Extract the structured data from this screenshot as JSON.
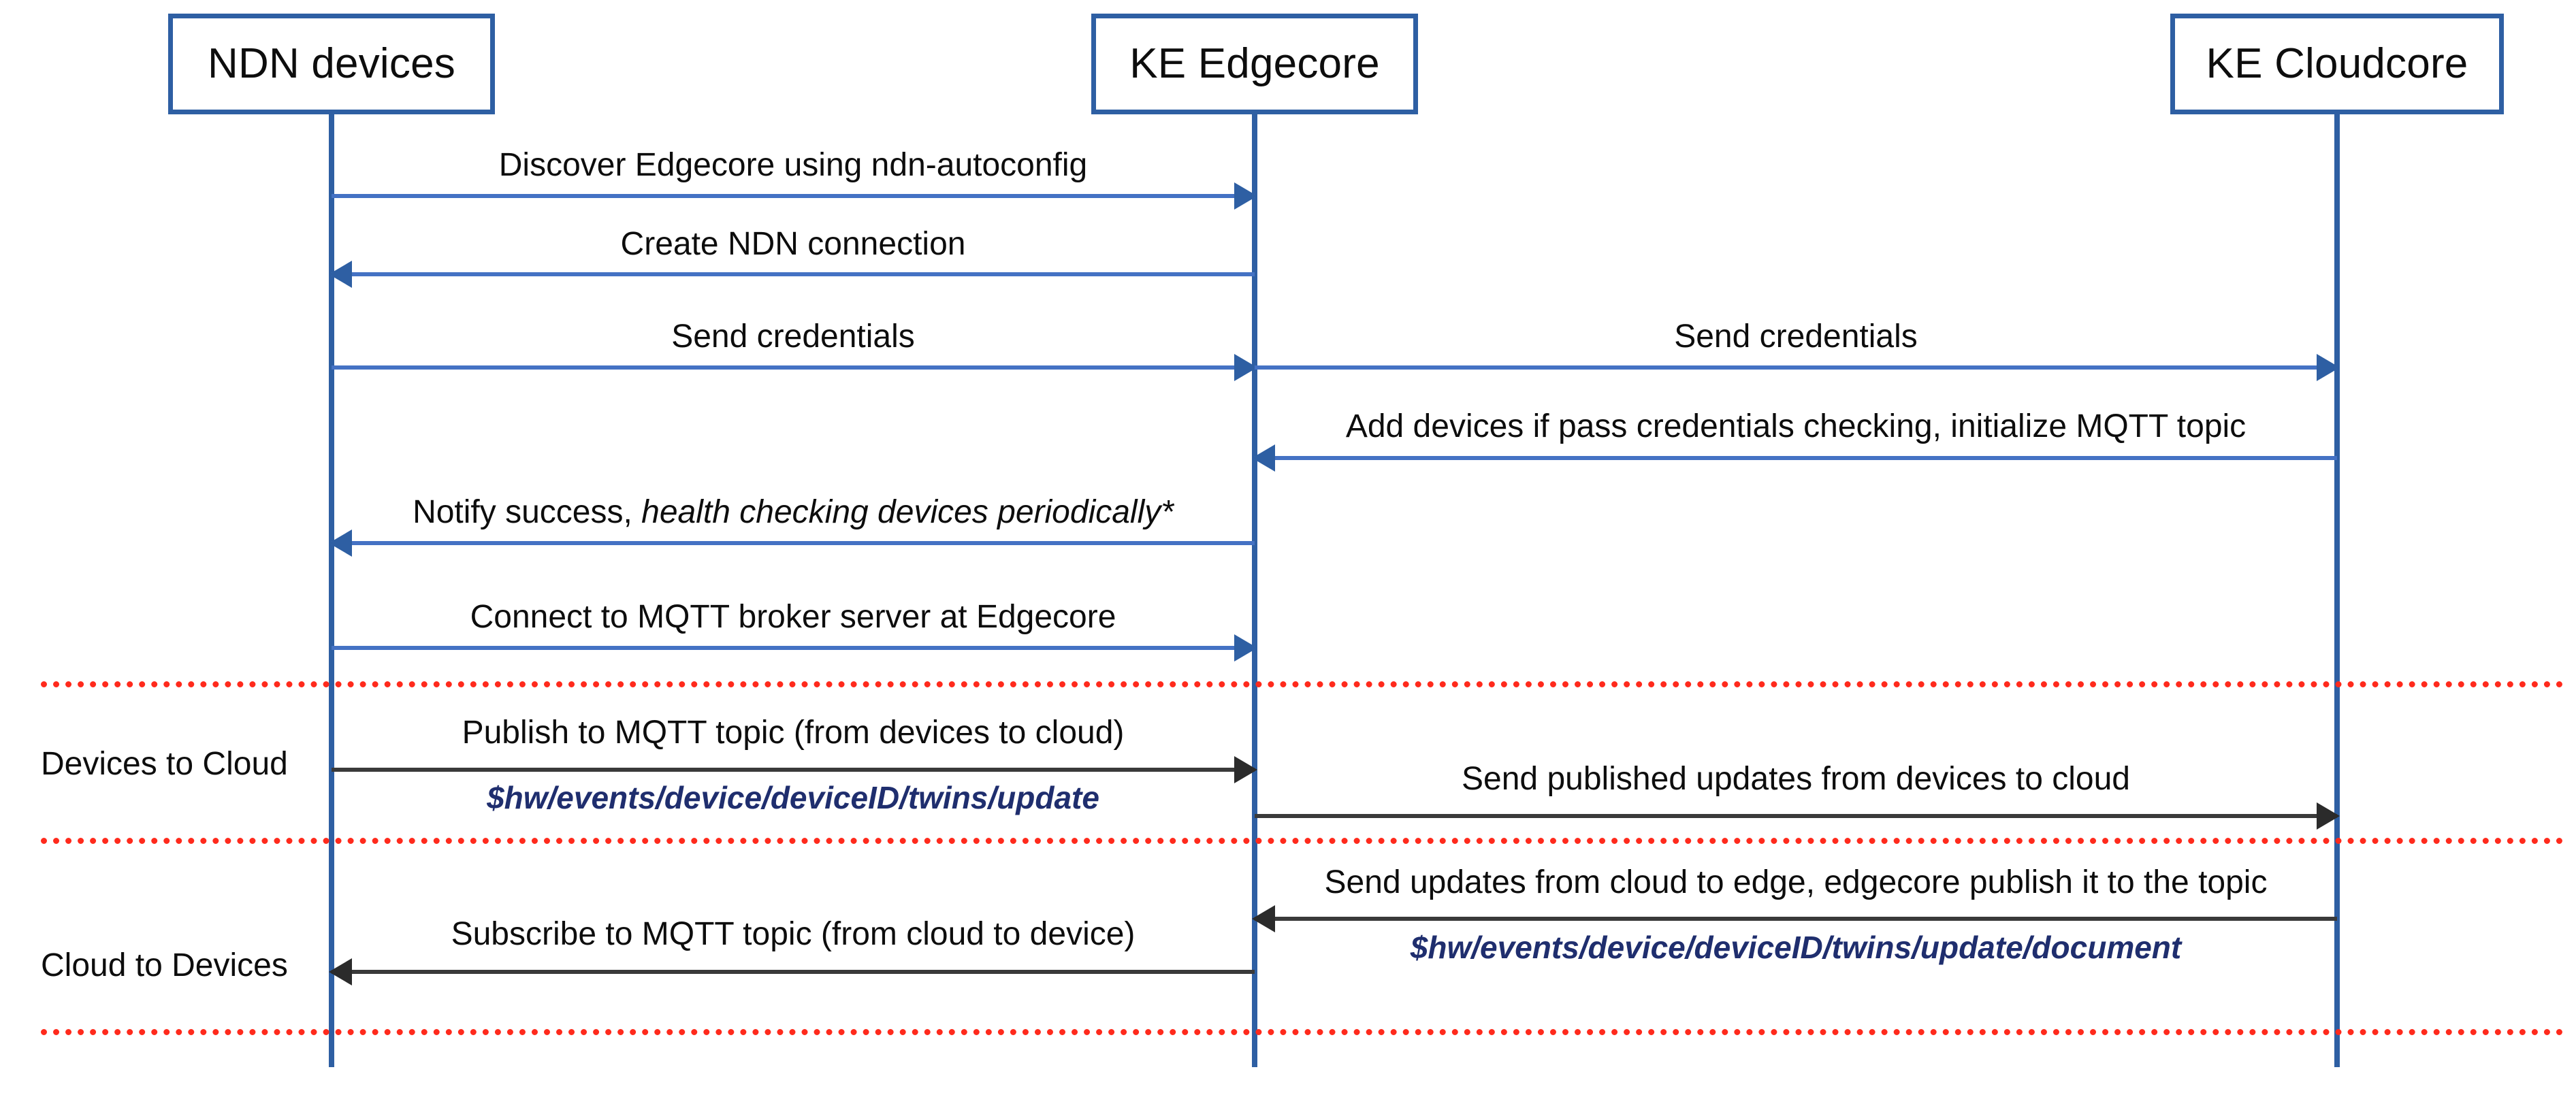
{
  "diagram": {
    "title": "NDN devices / KE Edgecore / KE Cloudcore sequence diagram",
    "colors": {
      "lifeline_blue": "#2E5FA3",
      "arrow_blue": "#4472C4",
      "arrow_black": "#2b2b2b",
      "topic_navy": "#1F2E6E",
      "separator_red": "#FF2A1C"
    }
  },
  "actors": [
    {
      "id": "ndn",
      "label": "NDN devices"
    },
    {
      "id": "edgecore",
      "label": "KE Edgecore"
    },
    {
      "id": "cloudcore",
      "label": "KE Cloudcore"
    }
  ],
  "phases": [
    {
      "id": "devices-to-cloud",
      "label": "Devices to Cloud"
    },
    {
      "id": "cloud-to-devices",
      "label": "Cloud to Devices"
    }
  ],
  "messages": [
    {
      "id": "m1",
      "from": "ndn",
      "to": "edgecore",
      "direction": "right",
      "color": "blue",
      "label": "Discover Edgecore using ndn-autoconfig",
      "label_italic": ""
    },
    {
      "id": "m2",
      "from": "edgecore",
      "to": "ndn",
      "direction": "left",
      "color": "blue",
      "label": "Create NDN connection",
      "label_italic": ""
    },
    {
      "id": "m3",
      "from": "ndn",
      "to": "edgecore",
      "direction": "right",
      "color": "blue",
      "label": "Send credentials",
      "label_italic": ""
    },
    {
      "id": "m4",
      "from": "edgecore",
      "to": "cloudcore",
      "direction": "right",
      "color": "blue",
      "label": "Send credentials",
      "label_italic": ""
    },
    {
      "id": "m5",
      "from": "cloudcore",
      "to": "edgecore",
      "direction": "left",
      "color": "blue",
      "label": "Add devices if pass credentials checking, initialize MQTT topic",
      "label_italic": ""
    },
    {
      "id": "m6",
      "from": "edgecore",
      "to": "ndn",
      "direction": "left",
      "color": "blue",
      "label": "Notify success, ",
      "label_italic": "health checking devices periodically*"
    },
    {
      "id": "m7",
      "from": "ndn",
      "to": "edgecore",
      "direction": "right",
      "color": "blue",
      "label": "Connect to MQTT broker server at Edgecore",
      "label_italic": ""
    },
    {
      "id": "m8",
      "from": "ndn",
      "to": "edgecore",
      "direction": "right",
      "color": "black",
      "label": "Publish to MQTT topic (from devices to cloud)",
      "label_italic": "",
      "topic": "$hw/events/device/deviceID/twins/update"
    },
    {
      "id": "m9",
      "from": "edgecore",
      "to": "cloudcore",
      "direction": "right",
      "color": "black",
      "label": "Send published updates from devices to cloud",
      "label_italic": ""
    },
    {
      "id": "m10",
      "from": "cloudcore",
      "to": "edgecore",
      "direction": "left",
      "color": "black",
      "label": "Send updates from cloud to edge, edgecore publish it to the topic",
      "label_italic": "",
      "topic": "$hw/events/device/deviceID/twins/update/document"
    },
    {
      "id": "m11",
      "from": "edgecore",
      "to": "ndn",
      "direction": "left",
      "color": "black",
      "label": "Subscribe to MQTT topic (from cloud to device)",
      "label_italic": ""
    }
  ]
}
